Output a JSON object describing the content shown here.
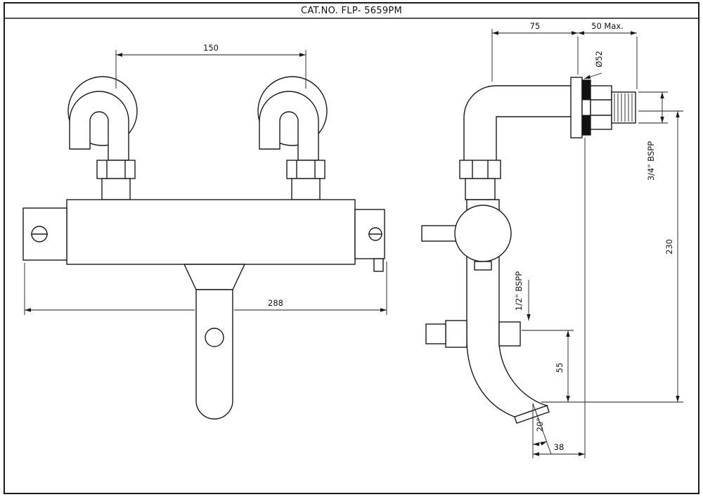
{
  "title": "CAT.NO. FLP- 5659PM",
  "colors": {
    "line": "#1a1a1a",
    "background": "#ffffff",
    "gasket": "#111111"
  },
  "front_view": {
    "dims": {
      "inlet_spacing": "150",
      "overall_width": "288"
    }
  },
  "side_view": {
    "dims": {
      "wall_to_body": "75",
      "wall_thickness_max": "50 Max.",
      "flange_diameter": "Ø52",
      "inlet_thread": "3/4\" BSPP",
      "overall_height": "230",
      "outlet_thread": "1/2\" BSPP",
      "outlet_drop": "55",
      "spout_angle": "20°",
      "spout_projection": "38"
    }
  }
}
